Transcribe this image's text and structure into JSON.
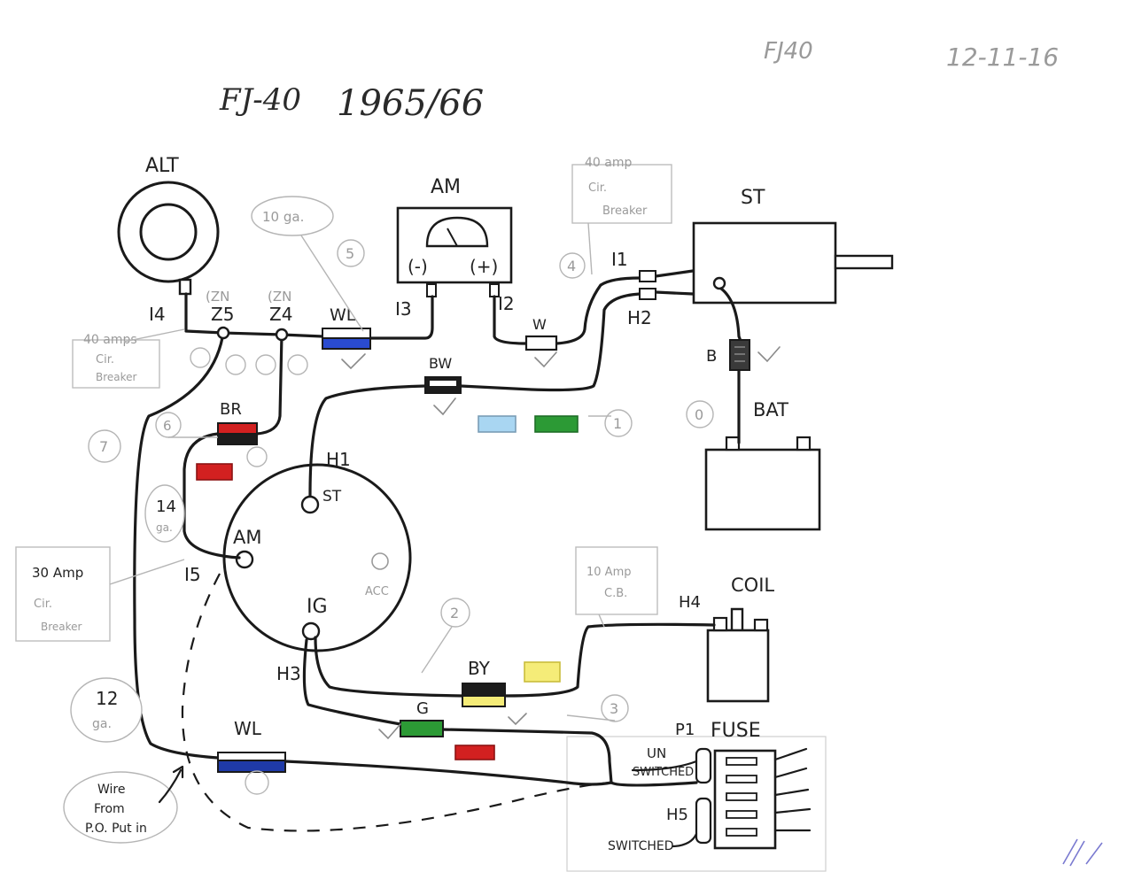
{
  "header": {
    "title_model": "FJ-40",
    "title_years": "1965/66",
    "corner_model": "FJ40",
    "date": "12-11-16"
  },
  "components": {
    "alternator": "ALT",
    "ammeter": "AM",
    "ammeter_neg": "(-)",
    "ammeter_pos": "(+)",
    "starter": "ST",
    "battery": "BAT",
    "coil": "COIL",
    "fuse": "FUSE",
    "switch_st": "ST",
    "switch_am": "AM",
    "switch_ig": "IG",
    "switch_acc": "ACC"
  },
  "terminals": {
    "i1": "I1",
    "i2": "I2",
    "i3": "I3",
    "i4": "I4",
    "i5": "I5",
    "h1": "H1",
    "h2": "H2",
    "h3": "H3",
    "h4": "H4",
    "h5": "H5",
    "z5": "Z5",
    "z4": "Z4",
    "zn_1": "(ZN",
    "zn_2": "(ZN",
    "p1": "P1",
    "b": "B"
  },
  "wire_codes": {
    "wl_top": "WL",
    "wl_bottom": "WL",
    "bw": "BW",
    "br": "BR",
    "by": "BY",
    "g": "G",
    "w": "W"
  },
  "notes": {
    "breaker_40_top_1": "40 amp",
    "breaker_40_top_2": "Cir.",
    "breaker_40_top_3": "Breaker",
    "breaker_40_left_1": "40 amps",
    "breaker_40_left_2": "Cir.",
    "breaker_40_left_3": "Breaker",
    "breaker_30_1": "30 Amp",
    "breaker_30_2": "Cir.",
    "breaker_30_3": "Breaker",
    "breaker_10_1": "10 Amp",
    "breaker_10_2": "C.B.",
    "gauge_10": "10 ga.",
    "gauge_14_1": "14",
    "gauge_14_2": "ga.",
    "gauge_12_1": "12",
    "gauge_12_2": "ga.",
    "wire_note_1": "Wire",
    "wire_note_2": "From",
    "wire_note_3": "P.O. Put in",
    "unswitched_1": "UN",
    "unswitched_2": "SWITCHED",
    "switched": "SWITCHED"
  },
  "circle_numbers": {
    "n0": "0",
    "n1": "1",
    "n2": "2",
    "n3": "3",
    "n4": "4",
    "n5": "5",
    "n6": "6",
    "n7": "7"
  },
  "colors": {
    "ink": "#1a1a1a",
    "faint_ink": "#b5b5b5",
    "white_blue_bar_white": "#ffffff",
    "blue": "#2a4bd0",
    "dark_blue": "#1f3aa8",
    "black": "#1c1c1c",
    "red": "#d22020",
    "green": "#2c9a35",
    "light_blue": "#a9d6f2",
    "yellow": "#f5ec78"
  }
}
